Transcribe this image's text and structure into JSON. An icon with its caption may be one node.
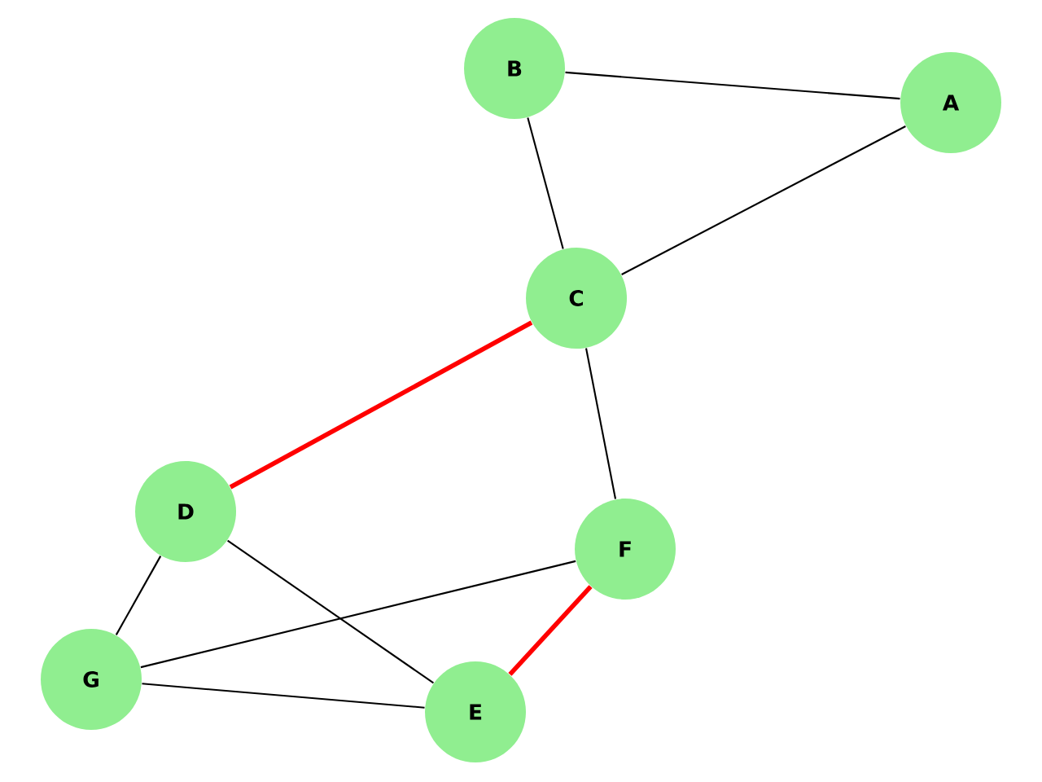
{
  "diagram": {
    "nodes": [
      {
        "text": [
          "A"
        ]
      },
      {
        "text": [
          "B"
        ]
      },
      {
        "text": [
          "C"
        ]
      },
      {
        "text": [
          "D"
        ]
      },
      {
        "text": [
          "E"
        ]
      },
      {
        "text": [
          "F"
        ]
      },
      {
        "text": [
          "G"
        ]
      }
    ],
    "edges": [
      {
        "from": 1,
        "to": 0,
        "arrow": "none"
      },
      {
        "from": 1,
        "to": 2,
        "arrow": "none"
      },
      {
        "from": 2,
        "to": 0,
        "arrow": "none"
      },
      {
        "from": 2,
        "to": 3,
        "arrow": "none",
        "style": "thick",
        "color": "#ff0000"
      },
      {
        "from": 2,
        "to": 5,
        "arrow": "none"
      },
      {
        "from": 3,
        "to": 6,
        "arrow": "none"
      },
      {
        "from": 3,
        "to": 4,
        "arrow": "none"
      },
      {
        "from": 6,
        "to": 5,
        "arrow": "none"
      },
      {
        "from": 6,
        "to": 4,
        "arrow": "none"
      },
      {
        "from": 5,
        "to": 4,
        "arrow": "none",
        "style": "thick",
        "color": "#ff0000"
      }
    ]
  }
}
